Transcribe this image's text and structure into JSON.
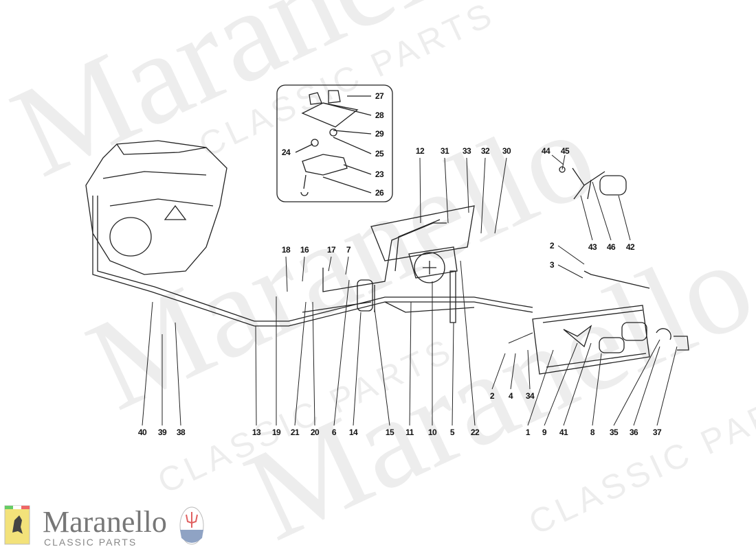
{
  "watermark": {
    "brand": "Maranello",
    "sub": "CLASSIC PARTS"
  },
  "logo": {
    "brand": "Maranello",
    "sub": "CLASSIC PARTS",
    "left_badge": "Ferrari",
    "right_badge": "MASERATI"
  },
  "callouts": [
    "27",
    "28",
    "29",
    "25",
    "24",
    "23",
    "26",
    "12",
    "31",
    "33",
    "32",
    "30",
    "44",
    "45",
    "43",
    "46",
    "42",
    "2",
    "3",
    "18",
    "16",
    "17",
    "7",
    "40",
    "39",
    "38",
    "13",
    "19",
    "21",
    "20",
    "6",
    "14",
    "15",
    "11",
    "10",
    "5",
    "22",
    "1",
    "9",
    "41",
    "8",
    "35",
    "36",
    "37",
    "2",
    "4",
    "34"
  ],
  "colors": {
    "line": "#222222",
    "watermark": "#000000"
  }
}
